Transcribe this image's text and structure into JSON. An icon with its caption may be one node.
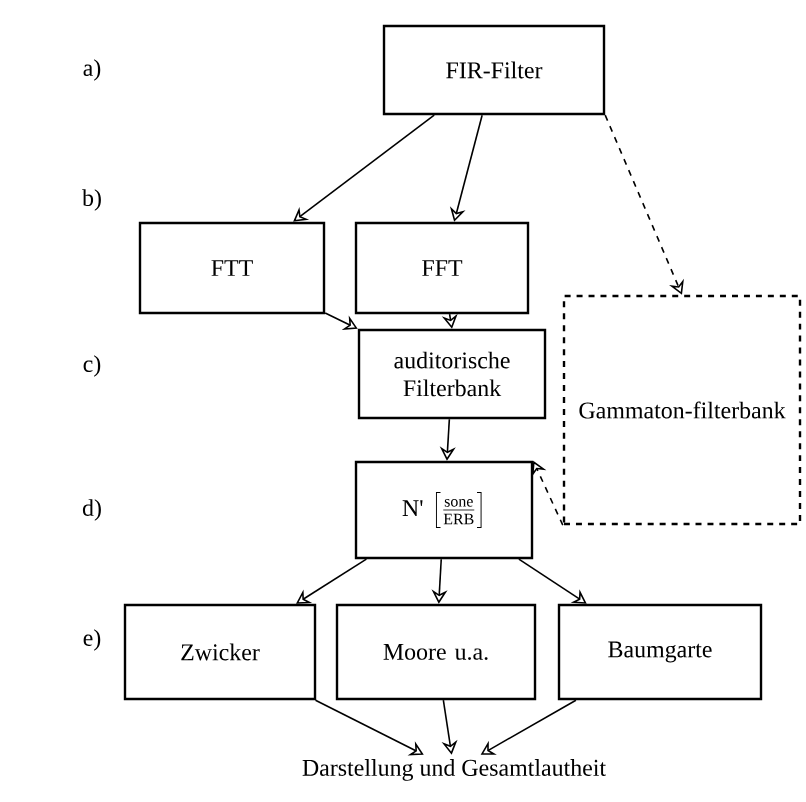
{
  "diagram": {
    "nodes": [
      {
        "text": [
          "FIR-Filter"
        ]
      },
      {
        "text": [
          "FTT"
        ]
      },
      {
        "text": [
          "FFT"
        ]
      },
      {
        "text": [
          "Gammaton-filterbank"
        ]
      },
      {
        "text": [
          "auditorische Filterbank"
        ]
      },
      {
        "text": [
          "N'",
          "\\left[\\frac{\\mathrm{sone}}{\\mathrm{ERB}}\\right]"
        ]
      },
      {
        "text": [
          "Zwicker"
        ]
      },
      {
        "text": [
          "Moore u.a."
        ]
      },
      {
        "text": [
          "Baumgarte"
        ]
      },
      {
        "text": [
          "Darstellung und Gesamtlautheit"
        ]
      }
    ],
    "edges": [
      {
        "from": 0,
        "to": 1,
        "arrow": "to"
      },
      {
        "from": 0,
        "to": 2,
        "arrow": "to"
      },
      {
        "from": 0,
        "to": 3,
        "arrow": "to",
        "style": "dashed"
      },
      {
        "from": 1,
        "to": 4,
        "arrow": "to"
      },
      {
        "from": 2,
        "to": 4,
        "arrow": "to"
      },
      {
        "from": 4,
        "to": 5,
        "arrow": "to"
      },
      {
        "from": 3,
        "to": 5,
        "arrow": "to",
        "style": "dashed"
      },
      {
        "from": 5,
        "to": 6,
        "arrow": "to"
      },
      {
        "from": 5,
        "to": 7,
        "arrow": "to"
      },
      {
        "from": 5,
        "to": 8,
        "arrow": "to"
      },
      {
        "from": 6,
        "to": 9,
        "arrow": "to"
      },
      {
        "from": 7,
        "to": 9,
        "arrow": "to"
      },
      {
        "from": 8,
        "to": 9,
        "arrow": "to"
      }
    ],
    "labels": [
      "a)",
      "b)",
      "c)",
      "d)",
      "e)"
    ]
  }
}
